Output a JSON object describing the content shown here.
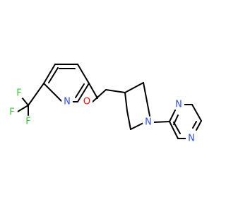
{
  "molecule": {
    "colors": {
      "bond": "#000000",
      "nitrogen": "#3050F8",
      "oxygen": "#FF0D0D",
      "fluorine": "#33CC33",
      "background": "#FFFFFF"
    },
    "atoms": {
      "f1": "F",
      "f2": "F",
      "f3": "F",
      "n_pyridine": "N",
      "o_ether": "O",
      "n_piperidine": "N",
      "n_pyrazine_1": "N",
      "n_pyrazine_4": "N"
    }
  }
}
